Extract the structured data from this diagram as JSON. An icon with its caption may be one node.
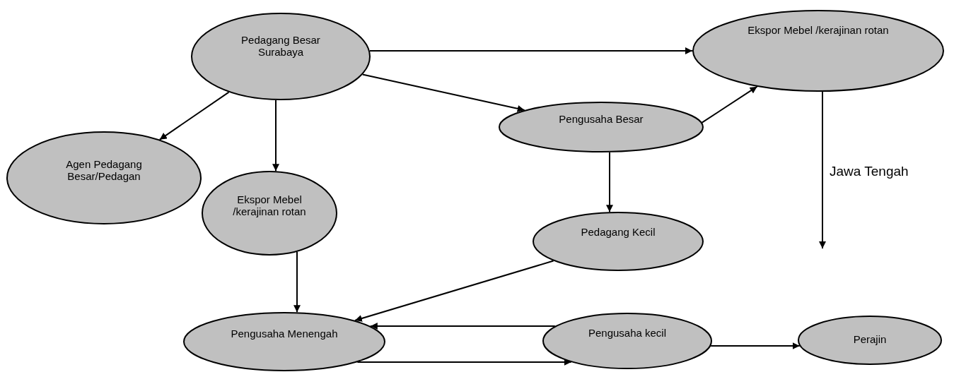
{
  "diagram": {
    "nodes": [
      {
        "text": [
          "Pedagang Besar Surabaya"
        ]
      },
      {
        "text": [
          "Ekspor Mebel /kerajinan rotan"
        ]
      },
      {
        "text": [
          "Agen Pedagang Besar/Pedagan"
        ]
      },
      {
        "text": [
          "Ekspor Mebel /kerajinan rotan"
        ]
      },
      {
        "text": [
          "Pengusaha Besar"
        ]
      },
      {
        "text": [
          "Pedagang Kecil"
        ]
      },
      {
        "text": [
          "Pengusaha Menengah"
        ]
      },
      {
        "text": [
          "Pengusaha kecil"
        ]
      },
      {
        "text": [
          "Perajin"
        ]
      }
    ],
    "edges": [
      {
        "from": 0,
        "to": 1,
        "arrow": "to"
      },
      {
        "from": 0,
        "to": 2,
        "arrow": "to"
      },
      {
        "from": 0,
        "to": 3,
        "arrow": "to"
      },
      {
        "from": 0,
        "to": 4,
        "arrow": "to"
      },
      {
        "from": 4,
        "to": 1,
        "arrow": "to"
      },
      {
        "from": 1,
        "to": null,
        "arrow": "to",
        "label": "Jawa Tengah"
      },
      {
        "from": 4,
        "to": 5,
        "arrow": "to"
      },
      {
        "from": 3,
        "to": 6,
        "arrow": "to"
      },
      {
        "from": 5,
        "to": 6,
        "arrow": "to"
      },
      {
        "from": 7,
        "to": 6,
        "arrow": "to"
      },
      {
        "from": 6,
        "to": 7,
        "arrow": "to"
      },
      {
        "from": 7,
        "to": 8,
        "arrow": "to"
      }
    ]
  }
}
